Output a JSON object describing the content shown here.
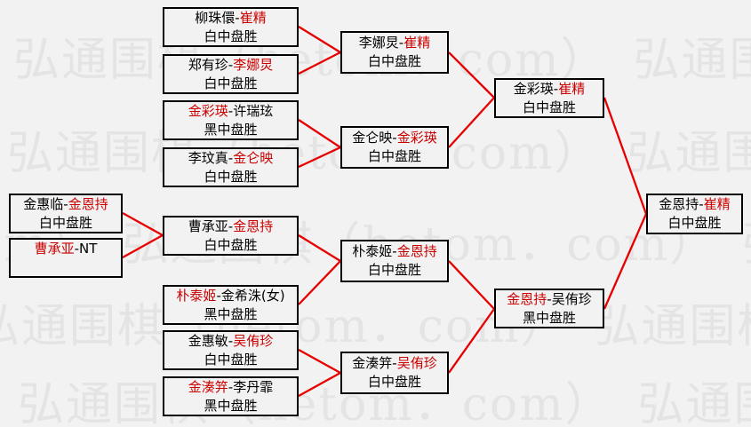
{
  "watermark": {
    "text": "弘通围棋（hetom．com）",
    "row_text": "弘通围棋（hetom．com）　弘通围棋（hetom．com）　弘通围棋（hetom．com）",
    "color": "#e4e4e4"
  },
  "colors": {
    "background": "#f2f2f2",
    "box_border": "#000000",
    "winner_text": "#cc0000",
    "connector_line": "#e60000"
  },
  "matches": [
    {
      "round": "round-of-16",
      "pre": "金惠临-",
      "red": "金恩持",
      "post": "",
      "result": "白中盘胜"
    },
    {
      "round": "round-of-16",
      "pre": "",
      "red": "曹承亚",
      "post": "-NT",
      "result": ""
    },
    {
      "round": "round-1",
      "pre": "柳珠儇-",
      "red": "崔精",
      "post": "",
      "result": "白中盘胜"
    },
    {
      "round": "round-1",
      "pre": "郑有珍-",
      "red": "李娜炅",
      "post": "",
      "result": "白中盘胜"
    },
    {
      "round": "round-1",
      "pre": "",
      "red": "金彩瑛",
      "post": "-许瑞玹",
      "result": "黑中盘胜"
    },
    {
      "round": "round-1",
      "pre": "李玟真-",
      "red": "金仑映",
      "post": "",
      "result": "白中盘胜"
    },
    {
      "round": "round-1",
      "pre": "曹承亚-",
      "red": "金恩持",
      "post": "",
      "result": "白中盘胜"
    },
    {
      "round": "round-1",
      "pre": "",
      "red": "朴泰姬",
      "post": "-金希洙(女)",
      "result": "黑中盘胜"
    },
    {
      "round": "round-1",
      "pre": "金惠敏-",
      "red": "吴侑珍",
      "post": "",
      "result": "白中盘胜"
    },
    {
      "round": "round-1",
      "pre": "",
      "red": "金湊笄",
      "post": "-李丹霏",
      "result": "黑中盘胜"
    },
    {
      "round": "quarterfinal",
      "pre": "李娜炅-",
      "red": "崔精",
      "post": "",
      "result": "白中盘胜"
    },
    {
      "round": "quarterfinal",
      "pre": "金仑映-",
      "red": "金彩瑛",
      "post": "",
      "result": "白中盘胜"
    },
    {
      "round": "quarterfinal",
      "pre": "朴泰姬-",
      "red": "金恩持",
      "post": "",
      "result": "白中盘胜"
    },
    {
      "round": "quarterfinal",
      "pre": "金湊笄-",
      "red": "吴侑珍",
      "post": "",
      "result": "白中盘胜"
    },
    {
      "round": "semifinal",
      "pre": "金彩瑛-",
      "red": "崔精",
      "post": "",
      "result": "白中盘胜"
    },
    {
      "round": "semifinal",
      "pre": "",
      "red": "金恩持",
      "post": "-吴侑珍",
      "result": "黑中盘胜"
    },
    {
      "round": "final",
      "pre": "金恩持-",
      "red": "崔精",
      "post": "",
      "result": "白中盘胜"
    }
  ]
}
